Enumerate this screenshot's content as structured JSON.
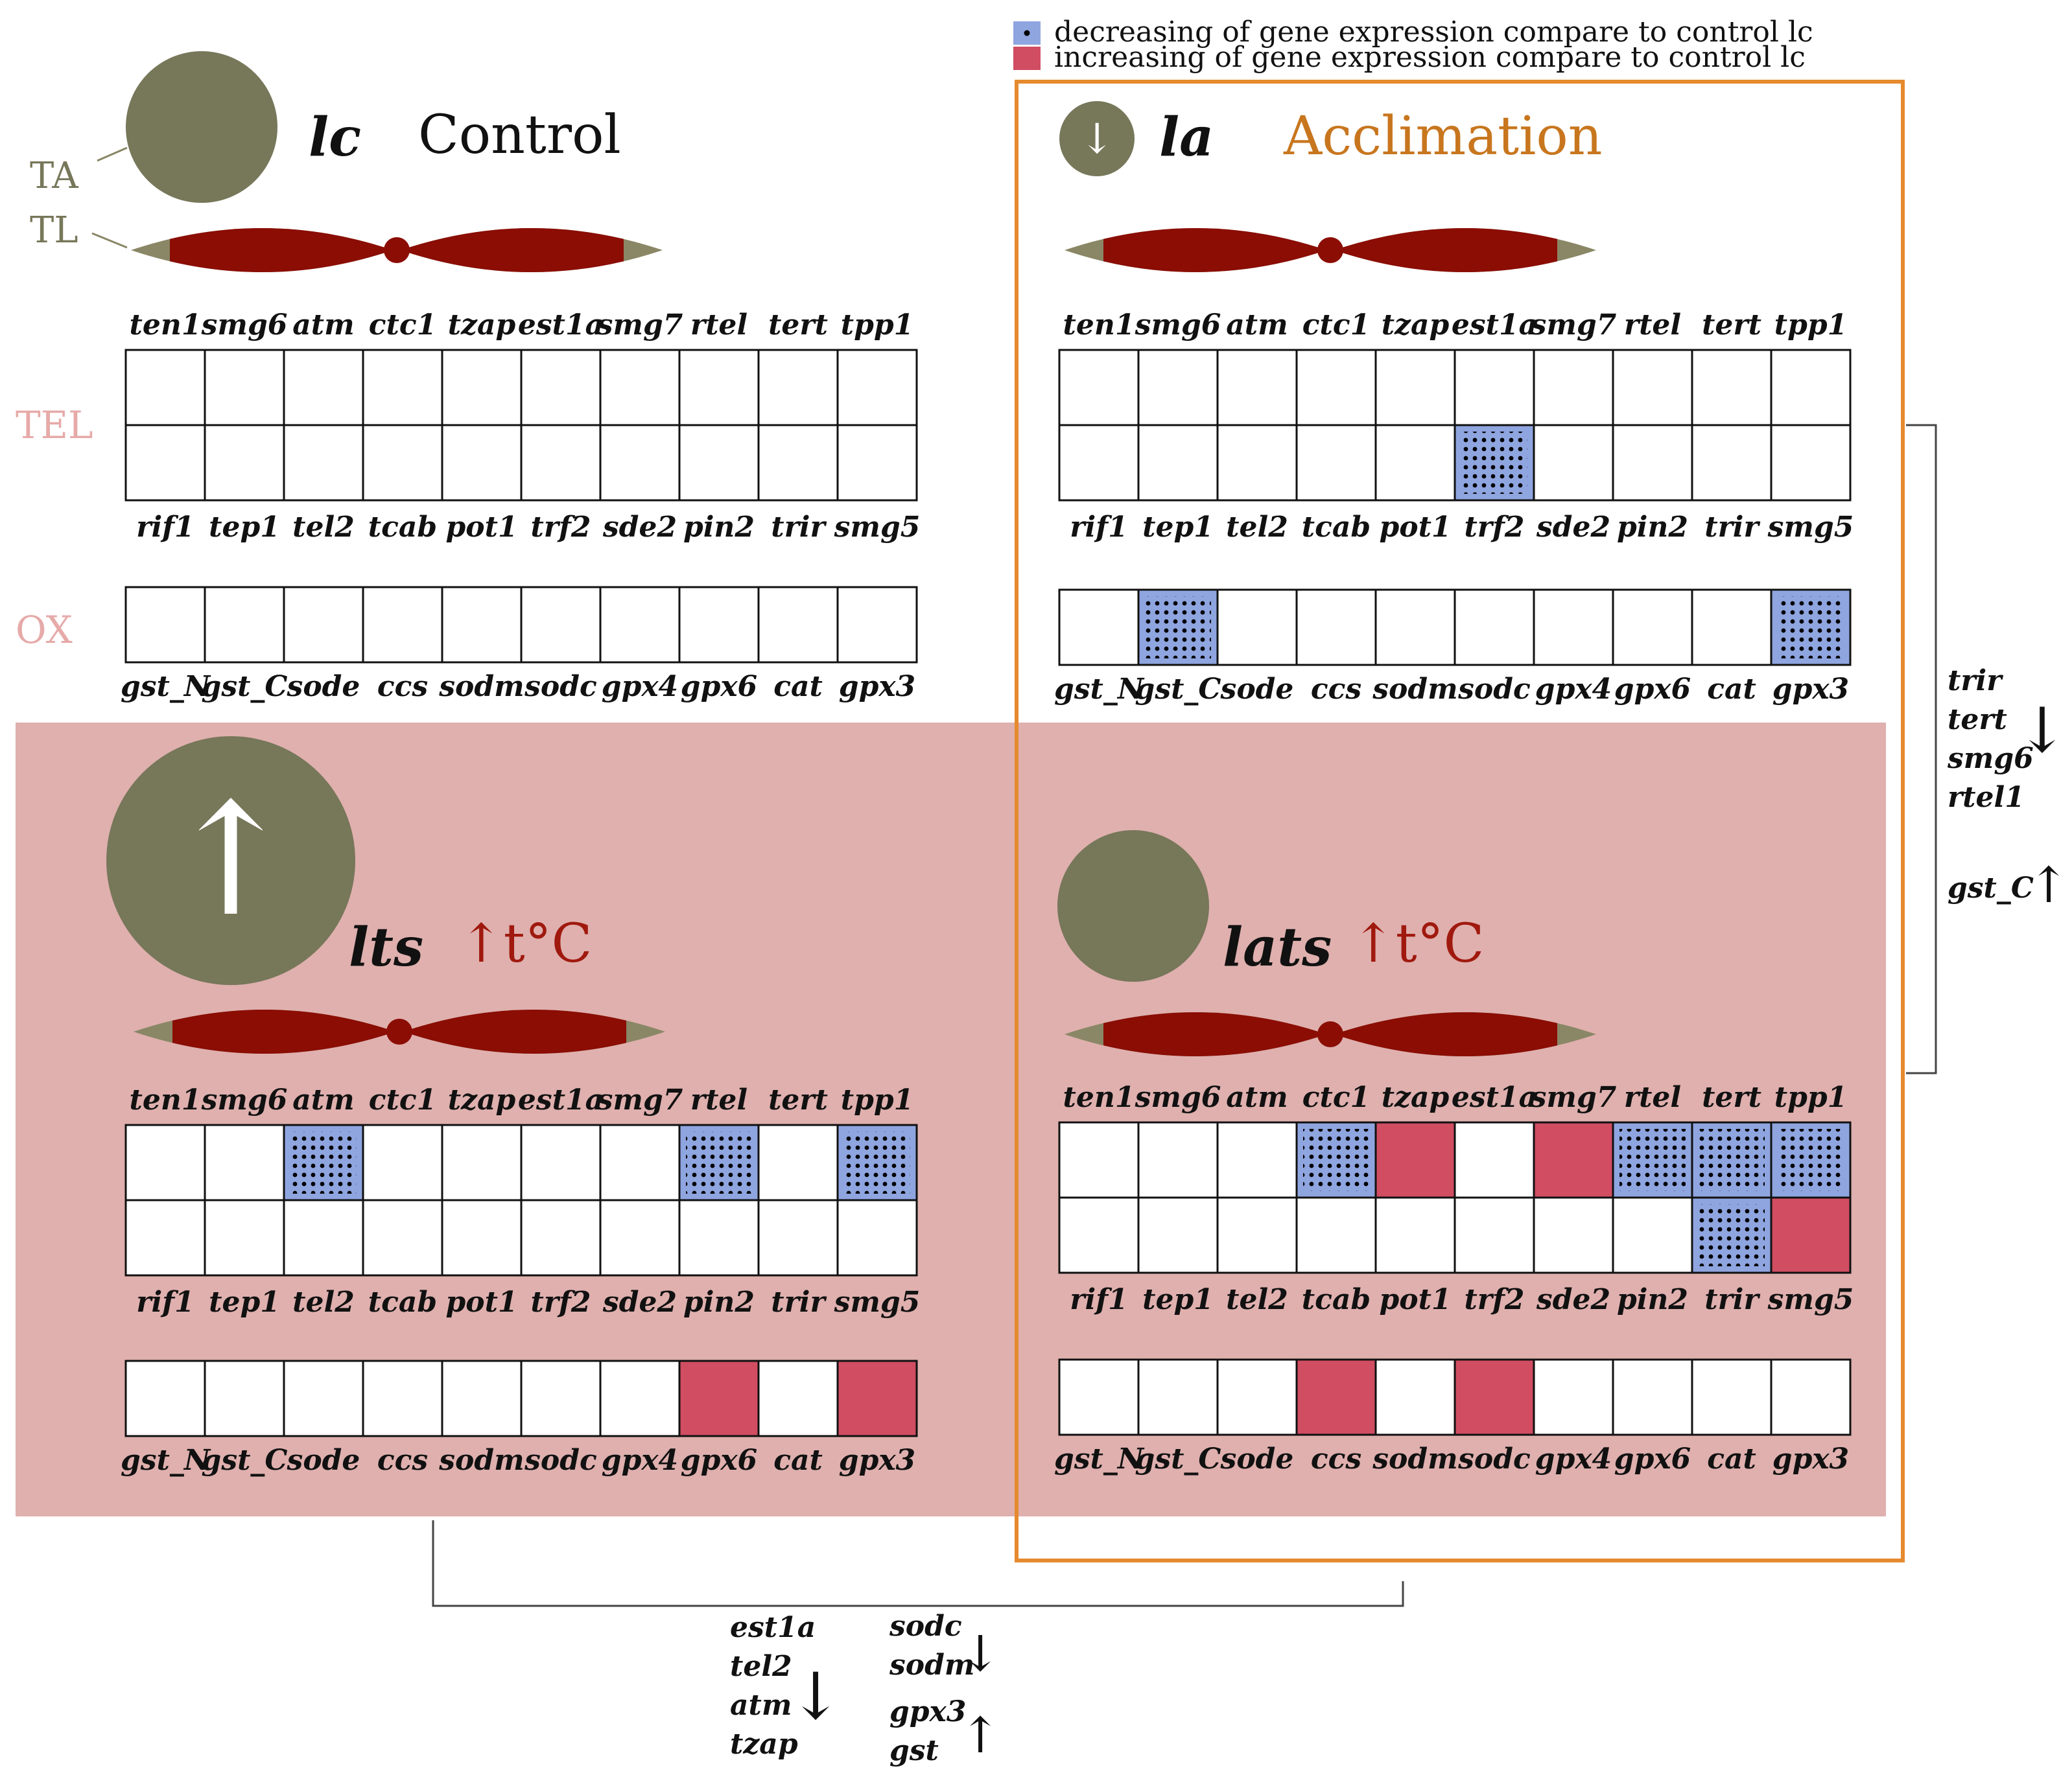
{
  "legend": {
    "decrease_text": "decreasing of gene expression compare to control lc",
    "increase_text": "increasing of gene expression compare to control lc"
  },
  "row_labels": {
    "tel": "TEL",
    "ox": "OX"
  },
  "callouts": {
    "ta": "TA",
    "tl": "TL"
  },
  "panels": {
    "lc": {
      "code": "lc",
      "title": "Control"
    },
    "la": {
      "code": "la",
      "title": "Acclimation",
      "arrow": "↓"
    },
    "lts": {
      "code": "lts",
      "title": "↑t°C",
      "arrow": "↑"
    },
    "lats": {
      "code": "lats",
      "title": "↑t°C"
    }
  },
  "tel_genes_top": [
    "ten1",
    "smg6",
    "atm",
    "ctc1",
    "tzap",
    "est1a",
    "smg7",
    "rtel",
    "tert",
    "tpp1"
  ],
  "tel_genes_bottom": [
    "rif1",
    "tep1",
    "tel2",
    "tcab",
    "pot1",
    "trf2",
    "sde2",
    "pin2",
    "trir",
    "smg5"
  ],
  "ox_genes": [
    "gst_N",
    "gst_C",
    "sode",
    "ccs",
    "sodm",
    "sodc",
    "gpx4",
    "gpx6",
    "cat",
    "gpx3"
  ],
  "expression": {
    "lc": {
      "tel_top": [
        0,
        0,
        0,
        0,
        0,
        0,
        0,
        0,
        0,
        0
      ],
      "tel_bottom": [
        0,
        0,
        0,
        0,
        0,
        0,
        0,
        0,
        0,
        0
      ],
      "ox": [
        0,
        0,
        0,
        0,
        0,
        0,
        0,
        0,
        0,
        0
      ]
    },
    "la": {
      "tel_top": [
        0,
        0,
        0,
        0,
        0,
        0,
        0,
        0,
        0,
        0
      ],
      "tel_bottom": [
        0,
        0,
        0,
        0,
        0,
        -1,
        0,
        0,
        0,
        0
      ],
      "ox": [
        0,
        -1,
        0,
        0,
        0,
        0,
        0,
        0,
        0,
        -1
      ]
    },
    "lts": {
      "tel_top": [
        0,
        0,
        -1,
        0,
        0,
        0,
        0,
        -1,
        0,
        -1
      ],
      "tel_bottom": [
        0,
        0,
        0,
        0,
        0,
        0,
        0,
        0,
        0,
        0
      ],
      "ox": [
        0,
        0,
        0,
        0,
        0,
        0,
        0,
        1,
        0,
        1
      ]
    },
    "lats": {
      "tel_top": [
        0,
        0,
        0,
        -1,
        1,
        0,
        1,
        -1,
        -1,
        -1
      ],
      "tel_bottom": [
        0,
        0,
        0,
        0,
        0,
        0,
        0,
        0,
        -1,
        1
      ],
      "ox": [
        0,
        0,
        0,
        1,
        0,
        1,
        0,
        0,
        0,
        0
      ]
    }
  },
  "summary_right": {
    "down_genes": [
      "trir",
      "tert",
      "smg6",
      "rtel1"
    ],
    "down_arrow": "↓",
    "up_genes": [
      "gst_C"
    ],
    "up_arrow": "↑"
  },
  "summary_bottom": {
    "left_down_genes": [
      "est1a",
      "tel2",
      "atm",
      "tzap"
    ],
    "left_down_arrow": "↓",
    "right_down_genes": [
      "sodc",
      "sodm"
    ],
    "right_down_arrow": "↓",
    "right_up_genes": [
      "gpx3",
      "gst"
    ],
    "right_up_arrow": "↑"
  },
  "colors": {
    "decrease": "#8fa5e0",
    "increase": "#d04d62",
    "heat_background": "#dfb0ae",
    "acclimation_border": "#e58a2e",
    "acclimation_text": "#c8761e",
    "circle": "#77775a",
    "chromosome": "#8b0d04",
    "telomere": "#8a8766",
    "label_pink": "#e6aaa8",
    "heat_text": "#a0190e"
  }
}
